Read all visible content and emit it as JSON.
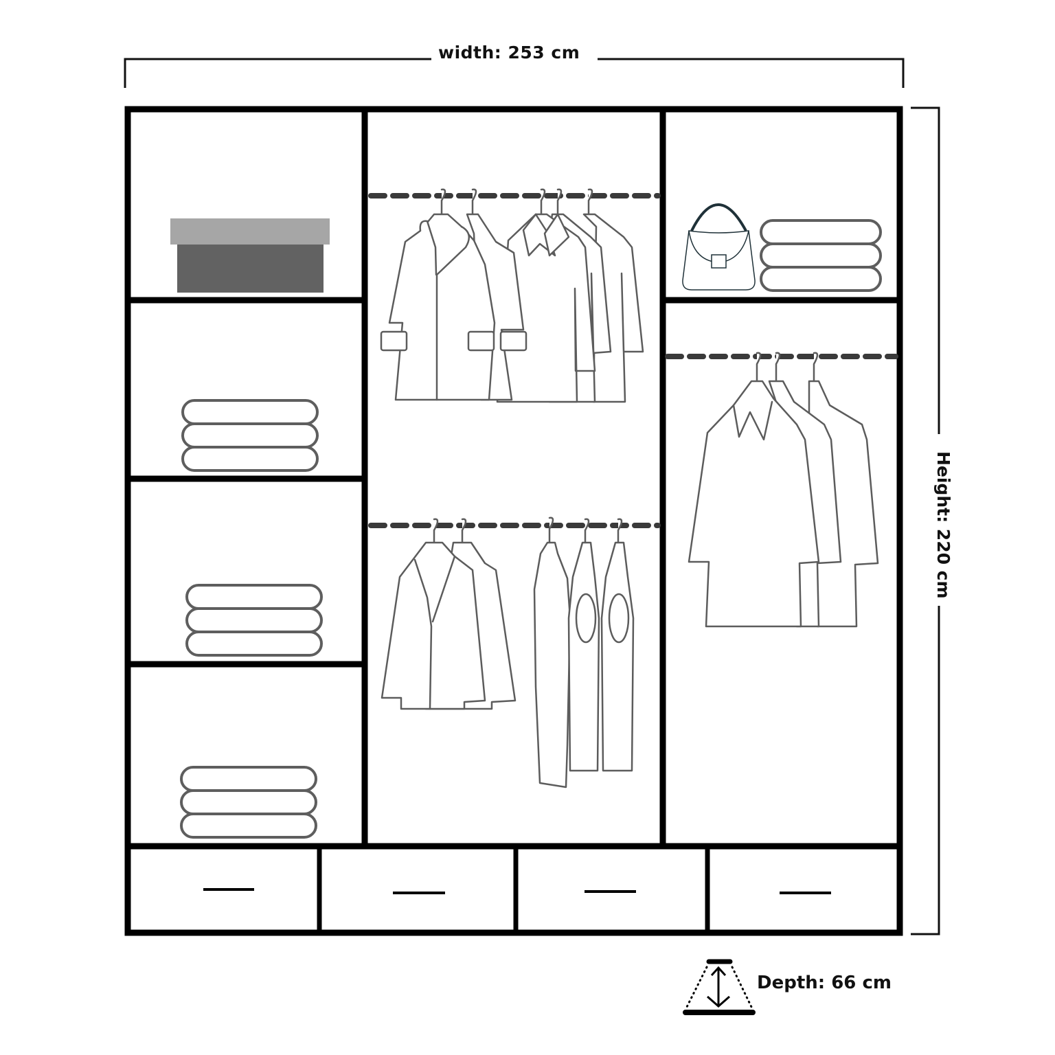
{
  "dimensions": {
    "width_label": "width: 253 cm",
    "height_label": "Height: 220 cm",
    "depth_label": "Depth: 66 cm"
  },
  "icons": {
    "depth": "depth-arrow-icon",
    "storage_box": "storage-box-icon",
    "handbag": "handbag-icon",
    "folded_towels": "folded-towels-icon",
    "coat": "coat-icon",
    "jacket": "jacket-icon",
    "sweater": "sweater-icon",
    "hanger_rod": "hanging-rail-icon"
  },
  "wardrobe": {
    "columns": [
      {
        "name": "left",
        "compartments": [
          "storage-box",
          "folded-towels",
          "folded-towels",
          "folded-towels"
        ]
      },
      {
        "name": "center",
        "compartments": [
          "hanging-rail-long-coats",
          "hanging-rail-jackets-sweaters"
        ]
      },
      {
        "name": "right",
        "compartments": [
          "handbag-and-folded-towels",
          "hanging-rail-shirts"
        ]
      }
    ],
    "drawers": 4
  },
  "colors": {
    "frame": "#000000",
    "garment_line": "#5c5c5c",
    "rail": "#3a3a3a",
    "box_lid": "#a6a6a6",
    "box_body": "#626262",
    "handbag_line": "#1f3138"
  }
}
